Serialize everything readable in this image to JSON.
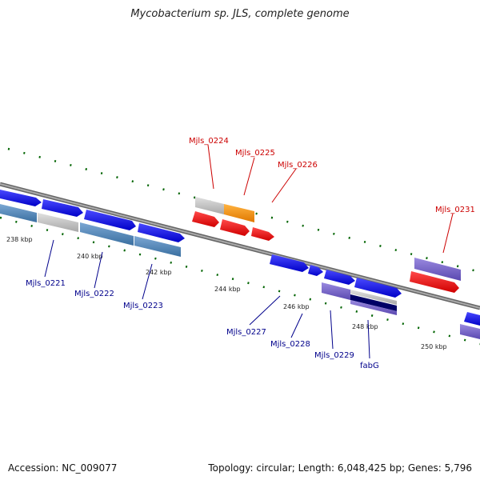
{
  "title": "Mycobacterium sp. JLS, complete genome",
  "footer": {
    "accession": "Accession: NC_009077",
    "topology": "Topology: circular; Length: 6,048,425 bp; Genes: 5,796"
  },
  "ticks": [
    "238 kbp",
    "240 kbp",
    "242 kbp",
    "244 kbp",
    "246 kbp",
    "248 kbp",
    "250 kbp"
  ],
  "gene_labels": {
    "mjls_0224": "Mjls_0224",
    "mjls_0225": "Mjls_0225",
    "mjls_0226": "Mjls_0226",
    "mjls_0231": "Mjls_0231",
    "mjls_0221": "Mjls_0221",
    "mjls_0222": "Mjls_0222",
    "mjls_0223": "Mjls_0223",
    "mjls_0227": "Mjls_0227",
    "mjls_0228": "Mjls_0228",
    "mjls_0229": "Mjls_0229",
    "fabg": "fabG"
  },
  "colors": {
    "forward_gene": "#0000ee",
    "reverse_gene": "#ee0000",
    "rna": "#ff9900",
    "pseudo": "#c0c0c0",
    "steel": "#4682b4",
    "slate": "#7b68c8",
    "backbone": "#888888",
    "tick": "#006400"
  }
}
